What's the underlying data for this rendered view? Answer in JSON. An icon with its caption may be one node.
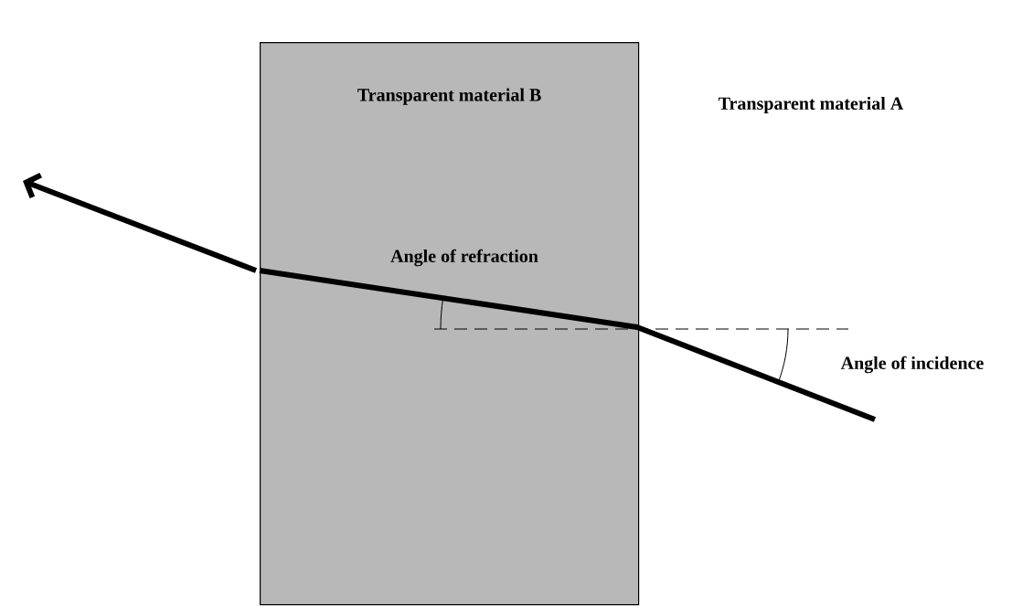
{
  "diagram": {
    "nodes": [
      {
        "text": [
          "Transparent material B"
        ]
      }
    ],
    "labels": [
      "Transparent material A",
      "Angle of refraction",
      "Angle of incidence"
    ]
  }
}
